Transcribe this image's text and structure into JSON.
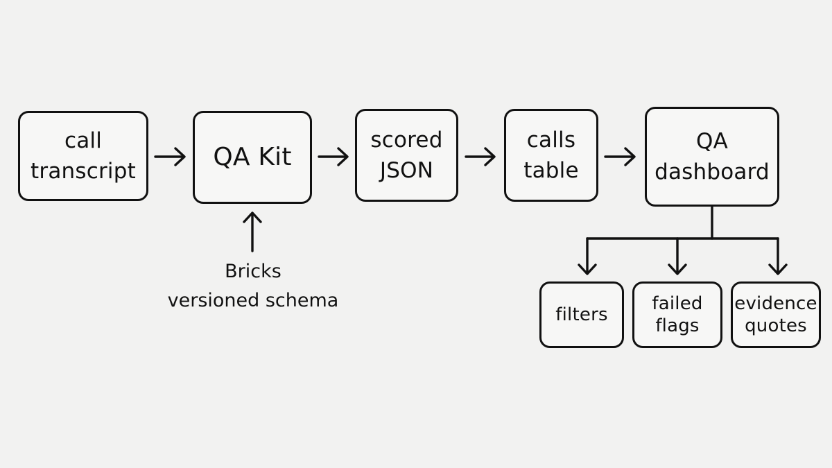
{
  "diagram": {
    "main_flow": [
      {
        "id": "call-transcript",
        "label": "call\ntranscript"
      },
      {
        "id": "qa-kit",
        "label": "QA Kit"
      },
      {
        "id": "scored-json",
        "label": "scored\nJSON"
      },
      {
        "id": "calls-table",
        "label": "calls\ntable"
      },
      {
        "id": "qa-dashboard",
        "label": "QA\ndashboard"
      }
    ],
    "input_note": {
      "label": "Bricks\nversioned schema"
    },
    "dashboard_features": [
      {
        "id": "filters",
        "label": "filters"
      },
      {
        "id": "failed-flags",
        "label": "failed\nflags"
      },
      {
        "id": "evidence-quotes",
        "label": "evidence\nquotes"
      }
    ],
    "edges": [
      {
        "from": "call-transcript",
        "to": "qa-kit"
      },
      {
        "from": "qa-kit",
        "to": "scored-json"
      },
      {
        "from": "scored-json",
        "to": "calls-table"
      },
      {
        "from": "calls-table",
        "to": "qa-dashboard"
      },
      {
        "from": "input_note",
        "to": "qa-kit"
      },
      {
        "from": "qa-dashboard",
        "to": "filters"
      },
      {
        "from": "qa-dashboard",
        "to": "failed-flags"
      },
      {
        "from": "qa-dashboard",
        "to": "evidence-quotes"
      }
    ]
  }
}
